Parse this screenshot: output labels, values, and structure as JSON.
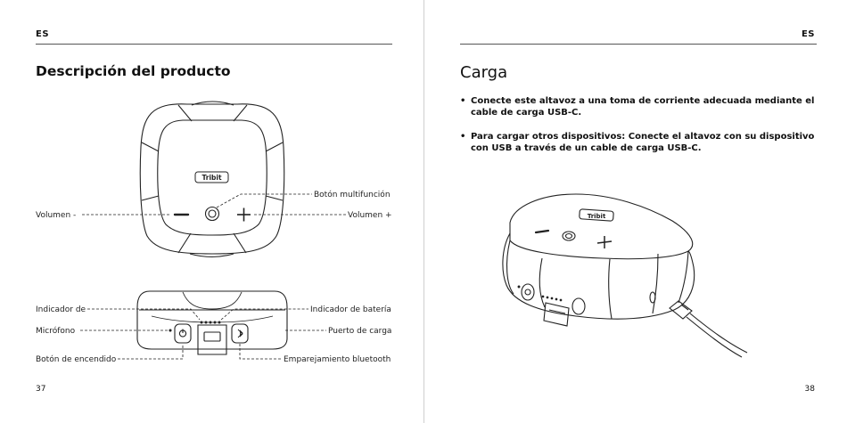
{
  "left_page": {
    "lang": "ES",
    "title": "Descripción del producto",
    "page_number": "37",
    "logo_text": "Tribit",
    "top_view_labels": {
      "multifunction": "Botón multifunción",
      "volume_down": "Volumen -",
      "volume_up": "Volumen +"
    },
    "front_view_labels": {
      "indicator": "Indicador de",
      "battery_indicator": "Indicador de batería",
      "microphone": "Micrófono",
      "charging_port": "Puerto de carga",
      "power_button": "Botón de encendido",
      "bluetooth_pairing": "Emparejamiento bluetooth"
    }
  },
  "right_page": {
    "lang": "ES",
    "title": "Carga",
    "page_number": "38",
    "logo_text": "Tribit",
    "bullets": [
      "Conecte este altavoz a una toma de corriente adecuada mediante el cable de carga USB-C.",
      "Para cargar otros dispositivos: Conecte el altavoz con su dispositivo con USB a través de un cable de carga USB-C."
    ]
  }
}
